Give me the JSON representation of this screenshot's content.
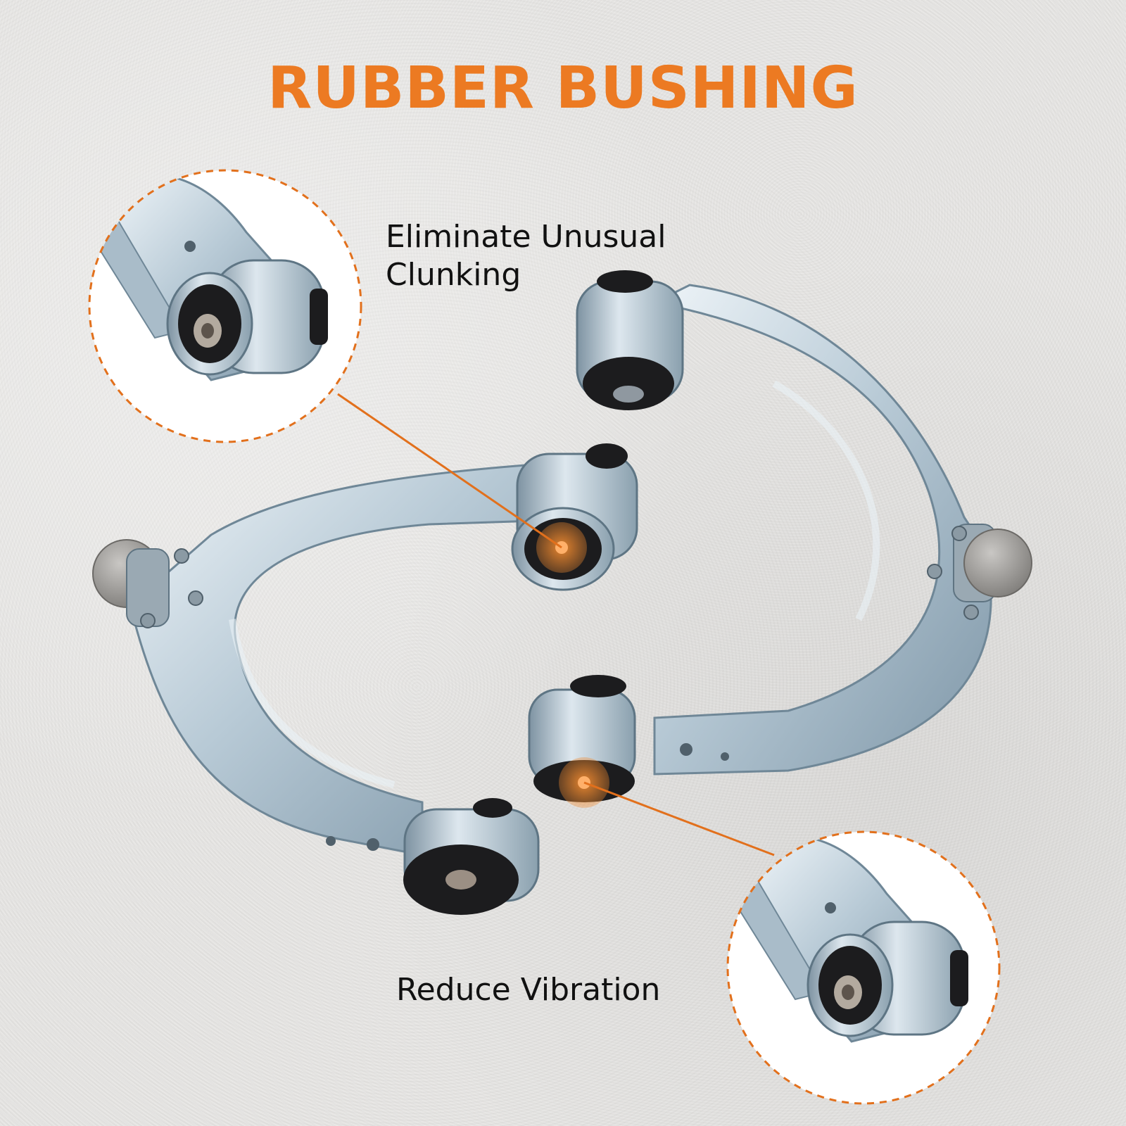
{
  "title": "RUBBER BUSHING",
  "callouts": [
    {
      "label_line1": "Eliminate Unusual",
      "label_line2": "Clunking"
    },
    {
      "label_line1": "Reduce Vibration"
    }
  ],
  "colors": {
    "accent": "#ec7a22",
    "text": "#111111",
    "metal": "#b9cbd6",
    "bushing": "#1c1c1e"
  }
}
